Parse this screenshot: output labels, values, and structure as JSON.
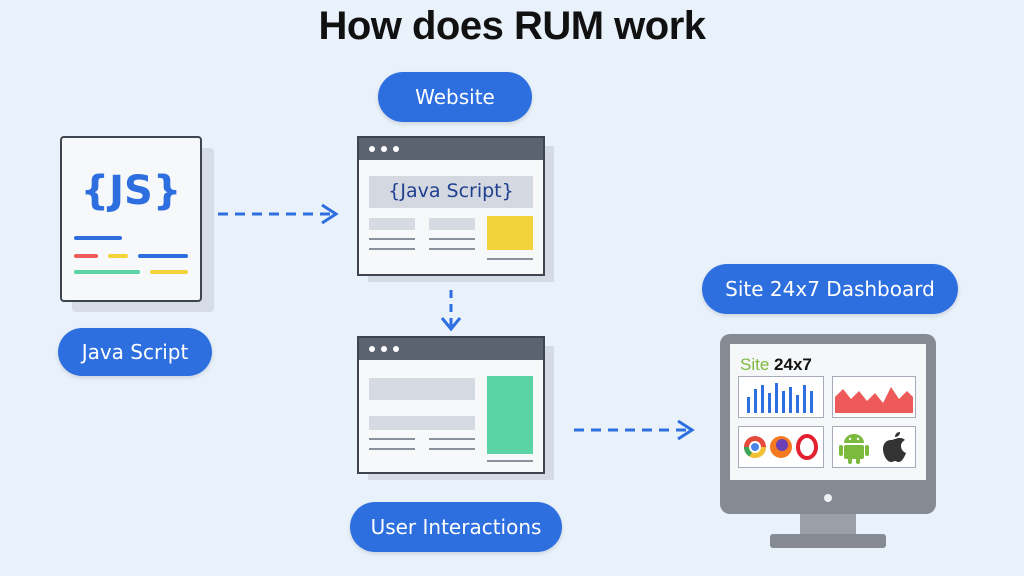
{
  "title": "How does RUM work",
  "labels": {
    "javascript": "Java Script",
    "website": "Website",
    "user_interactions": "User Interactions",
    "dashboard": "Site 24x7 Dashboard"
  },
  "js_doc": {
    "text": "{JS}"
  },
  "website_window": {
    "banner": "{Java Script}"
  },
  "dashboard": {
    "brand_site": "Site",
    "brand_suffix": "24x7"
  },
  "colors": {
    "accent": "#2e6fe0",
    "yellow": "#f2d33a",
    "green": "#5ad4a4",
    "red": "#ee5a5a",
    "android_green": "#7cba3d"
  }
}
